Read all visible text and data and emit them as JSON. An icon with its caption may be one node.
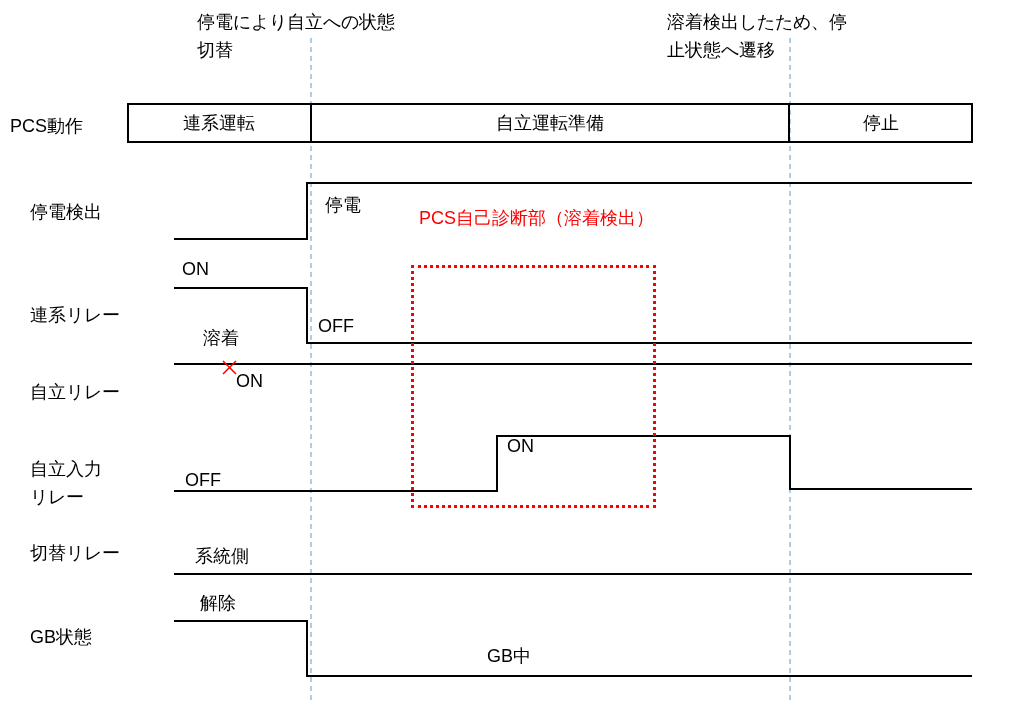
{
  "diagram": {
    "nodes": [
      {
        "text": [
          "連系運転"
        ]
      },
      {
        "text": [
          "自立運転準備"
        ]
      },
      {
        "text": [
          "停止"
        ]
      },
      {
        "text": [
          "PCS自己診断部（溶着検出）"
        ]
      }
    ],
    "edges": [],
    "labels": [
      "停電により自立への状態切替",
      "溶着検出したため、停止状態へ遷移",
      "PCS動作",
      "停電検出",
      "停電",
      "ON",
      "連系リレー",
      "OFF",
      "溶着",
      "自立リレー",
      "ON",
      "自立入力リレー",
      "OFF",
      "ON",
      "切替リレー",
      "系統側",
      "解除",
      "GB状態",
      "GB中"
    ]
  }
}
